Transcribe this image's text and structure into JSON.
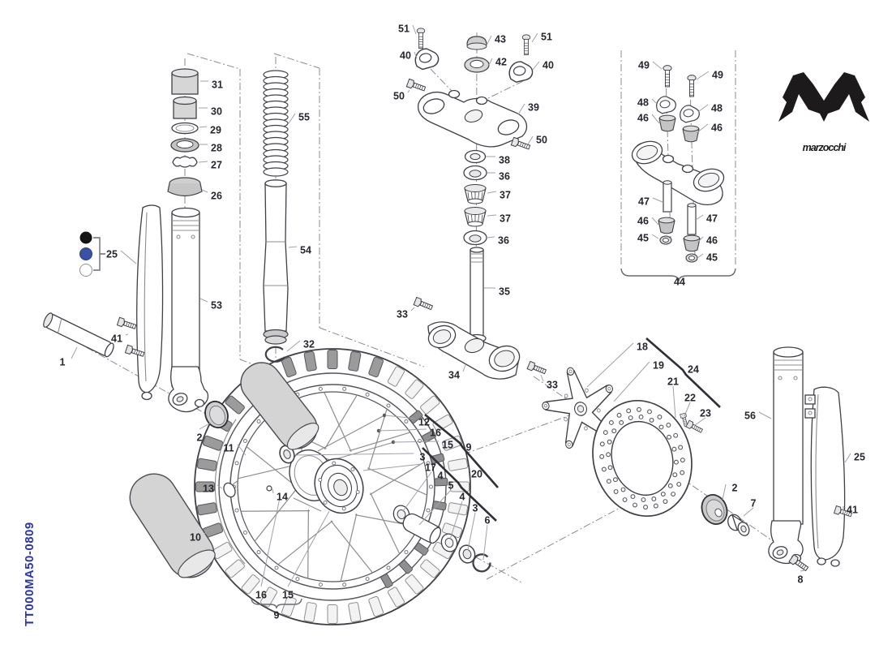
{
  "document": {
    "code": "TT000MA50-0809",
    "code_color": "#2a35a8"
  },
  "brand": {
    "name": "marzocchi",
    "logo_color": "#1d1a1b"
  },
  "legend": {
    "for_part": "25",
    "colors": [
      {
        "name": "black",
        "hex": "#141414"
      },
      {
        "name": "blue",
        "hex": "#3a52a4"
      },
      {
        "name": "white",
        "hex": "#ffffff"
      }
    ]
  },
  "diagram": {
    "description": "Marzocchi front fork, triple clamps and front wheel exploded parts view",
    "label_color": "#26262e",
    "leader_color": "#a0a0a8",
    "part_labels": [
      [
        "31",
        268,
        104,
        247,
        100
      ],
      [
        "30",
        267,
        137,
        245,
        133
      ],
      [
        "29",
        266,
        160,
        246,
        157
      ],
      [
        "28",
        267,
        182,
        246,
        178
      ],
      [
        "27",
        267,
        203,
        245,
        200
      ],
      [
        "26",
        267,
        241,
        249,
        234
      ],
      [
        "55",
        375,
        144,
        356,
        152
      ],
      [
        "54",
        377,
        308,
        356,
        305
      ],
      [
        "53",
        267,
        376,
        247,
        368
      ],
      [
        "32",
        381,
        424,
        354,
        433
      ],
      [
        "25",
        138,
        313,
        168,
        325
      ],
      [
        "41",
        144,
        417,
        158,
        412
      ],
      [
        "1",
        77,
        446,
        95,
        428
      ],
      [
        "2",
        246,
        539,
        260,
        521
      ],
      [
        "13",
        257,
        602,
        274,
        602
      ],
      [
        "11",
        282,
        552,
        303,
        561
      ],
      [
        "14",
        348,
        612,
        336,
        603
      ],
      [
        "10",
        241,
        662,
        259,
        652
      ],
      [
        "16",
        322,
        733,
        345,
        614
      ],
      [
        "15",
        355,
        733,
        406,
        630
      ],
      [
        "9",
        341,
        758,
        null,
        null
      ],
      [
        "51",
        498,
        35,
        513,
        42
      ],
      [
        "43",
        617,
        48,
        601,
        54
      ],
      [
        "51",
        674,
        45,
        656,
        52
      ],
      [
        "40",
        500,
        68,
        514,
        72
      ],
      [
        "42",
        618,
        76,
        603,
        80
      ],
      [
        "40",
        676,
        80,
        657,
        86
      ],
      [
        "50",
        492,
        118,
        505,
        111
      ],
      [
        "39",
        658,
        132,
        639,
        141
      ],
      [
        "50",
        668,
        172,
        651,
        178
      ],
      [
        "38",
        622,
        197,
        599,
        193
      ],
      [
        "36",
        622,
        217,
        601,
        213
      ],
      [
        "37",
        623,
        240,
        601,
        238
      ],
      [
        "37",
        623,
        269,
        601,
        266
      ],
      [
        "36",
        621,
        296,
        600,
        293
      ],
      [
        "35",
        622,
        359,
        597,
        355
      ],
      [
        "33",
        496,
        387,
        511,
        379
      ],
      [
        "34",
        560,
        462,
        574,
        450
      ],
      [
        "33",
        681,
        474,
        667,
        462
      ],
      [
        "49",
        794,
        80,
        816,
        85
      ],
      [
        "49",
        885,
        92,
        859,
        98
      ],
      [
        "48",
        793,
        126,
        809,
        127
      ],
      [
        "48",
        884,
        133,
        861,
        138
      ],
      [
        "46",
        793,
        145,
        813,
        152
      ],
      [
        "46",
        884,
        157,
        859,
        164
      ],
      [
        "47",
        794,
        248,
        817,
        249
      ],
      [
        "46",
        793,
        272,
        812,
        277
      ],
      [
        "45",
        793,
        293,
        812,
        294
      ],
      [
        "47",
        878,
        269,
        858,
        271
      ],
      [
        "46",
        878,
        296,
        860,
        299
      ],
      [
        "45",
        878,
        317,
        860,
        318
      ],
      [
        "44",
        838,
        347,
        null,
        null
      ],
      [
        "12",
        523,
        520,
        475,
        512
      ],
      [
        "16",
        537,
        533,
        467,
        531
      ],
      [
        "15",
        552,
        548,
        485,
        545
      ],
      [
        "9",
        578,
        551,
        null,
        null
      ],
      [
        "3",
        521,
        563,
        363,
        561
      ],
      [
        "17",
        531,
        576,
        448,
        580
      ],
      [
        "4",
        543,
        586,
        497,
        630
      ],
      [
        "5",
        556,
        598,
        517,
        647
      ],
      [
        "20",
        588,
        584,
        null,
        null
      ],
      [
        "4",
        570,
        612,
        555,
        665
      ],
      [
        "3",
        586,
        626,
        577,
        678
      ],
      [
        "6",
        601,
        641,
        596,
        690
      ],
      [
        "18",
        792,
        427,
        724,
        477
      ],
      [
        "19",
        812,
        450,
        757,
        495
      ],
      [
        "24",
        855,
        455,
        null,
        null
      ],
      [
        "21",
        830,
        470,
        833,
        515
      ],
      [
        "22",
        851,
        490,
        844,
        513
      ],
      [
        "23",
        870,
        509,
        857,
        524
      ],
      [
        "2",
        906,
        601,
        891,
        616
      ],
      [
        "7",
        929,
        620,
        917,
        636
      ],
      [
        "56",
        925,
        512,
        951,
        516
      ],
      [
        "25",
        1060,
        563,
        1042,
        570
      ],
      [
        "41",
        1051,
        628,
        1040,
        633
      ],
      [
        "8",
        987,
        714,
        993,
        703
      ]
    ]
  }
}
